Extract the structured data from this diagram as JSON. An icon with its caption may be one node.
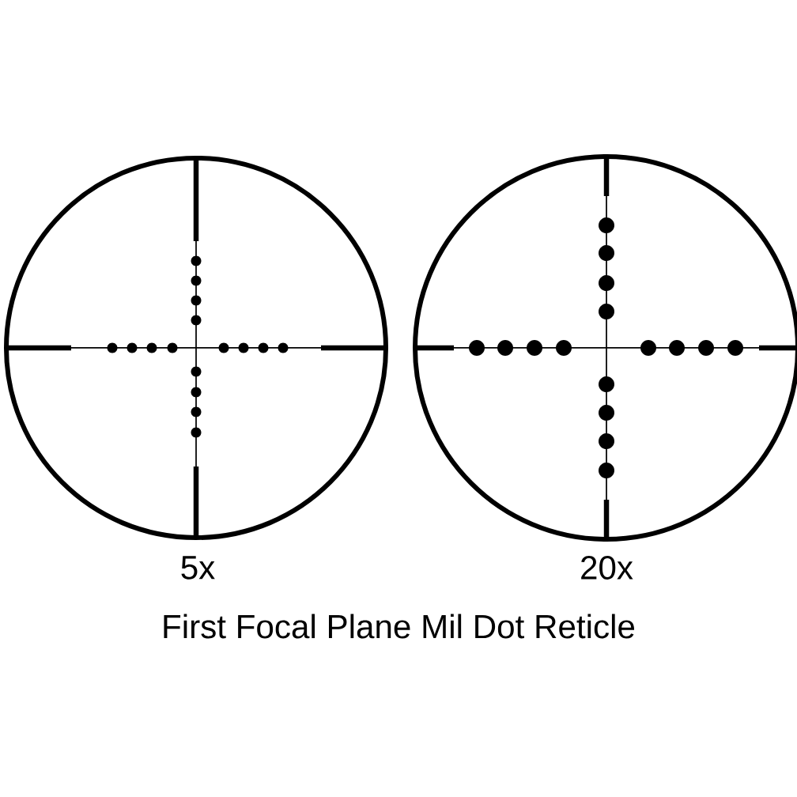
{
  "diagram": {
    "caption": "First Focal Plane Mil Dot Reticle",
    "labels": [
      "5x",
      "20x"
    ]
  }
}
